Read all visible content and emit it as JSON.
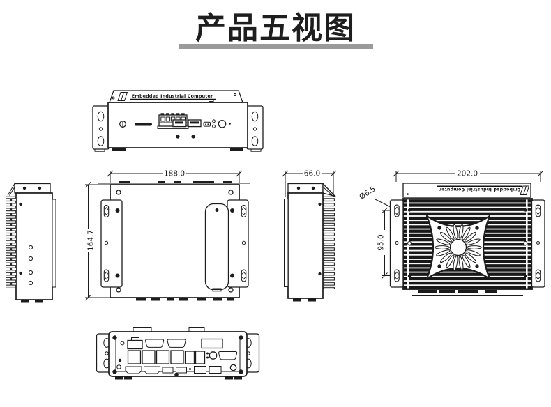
{
  "page": {
    "title": "产品五视图",
    "title_color": "#1e1e1e",
    "underline_color": "#9a9a9a",
    "background_color": "#ffffff"
  },
  "drawing": {
    "ink_color": "#1c1c1c",
    "brand_label": "Embedded Industrial Computer",
    "dimensions": {
      "front_width_mm": "188.0",
      "front_height_mm": "164.7",
      "side_depth_mm": "66.0",
      "top_width_mm": "202.0",
      "mount_hole_diameter": "Ø6.5",
      "mount_hole_spacing_mm": "95.0"
    }
  }
}
